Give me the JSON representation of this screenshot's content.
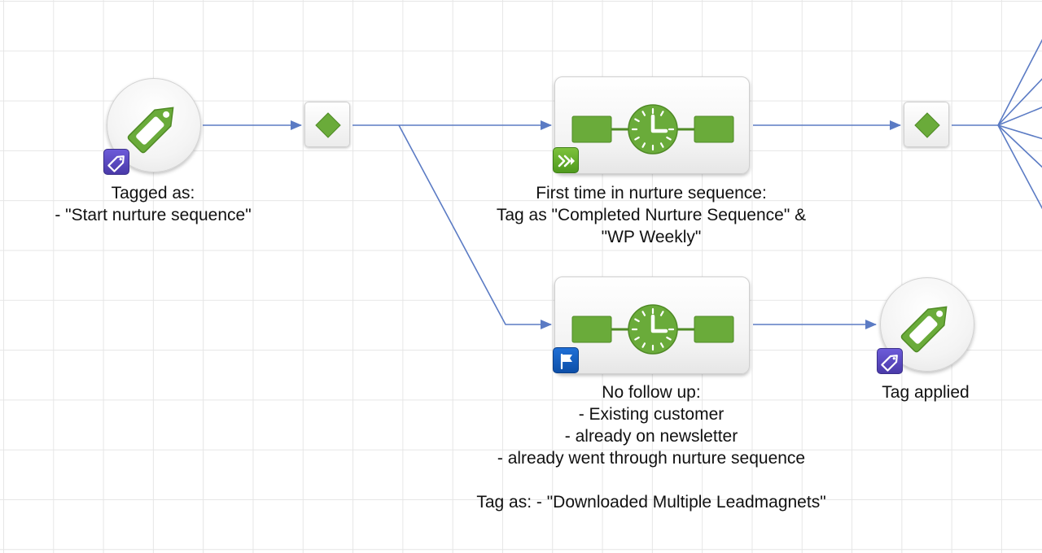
{
  "nodes": {
    "tag_trigger": {
      "icon": "tag-icon",
      "badge_icon": "tag-badge-icon",
      "label": "Tagged as:\n- \"Start nurture sequence\""
    },
    "split_1": {
      "icon": "diamond-icon"
    },
    "wait_top": {
      "icon": "wait-timer-icon",
      "badge_icon": "goal-forward-icon",
      "label": "First time in nurture sequence:\nTag as \"Completed Nurture Sequence\" &\n\"WP Weekly\""
    },
    "split_2": {
      "icon": "diamond-icon"
    },
    "wait_bottom": {
      "icon": "wait-timer-icon",
      "badge_icon": "flag-icon",
      "label": "No follow up:\n- Existing customer\n- already on newsletter\n- already went through nurture sequence\n\nTag as: - \"Downloaded Multiple Leadmagnets\""
    },
    "tag_applied": {
      "icon": "tag-icon",
      "badge_icon": "tag-badge-icon",
      "label": "Tag applied"
    }
  },
  "colors": {
    "connector": "#5b7bc4",
    "node_green": "#6aab3a",
    "grid": "#e6e6e6"
  }
}
